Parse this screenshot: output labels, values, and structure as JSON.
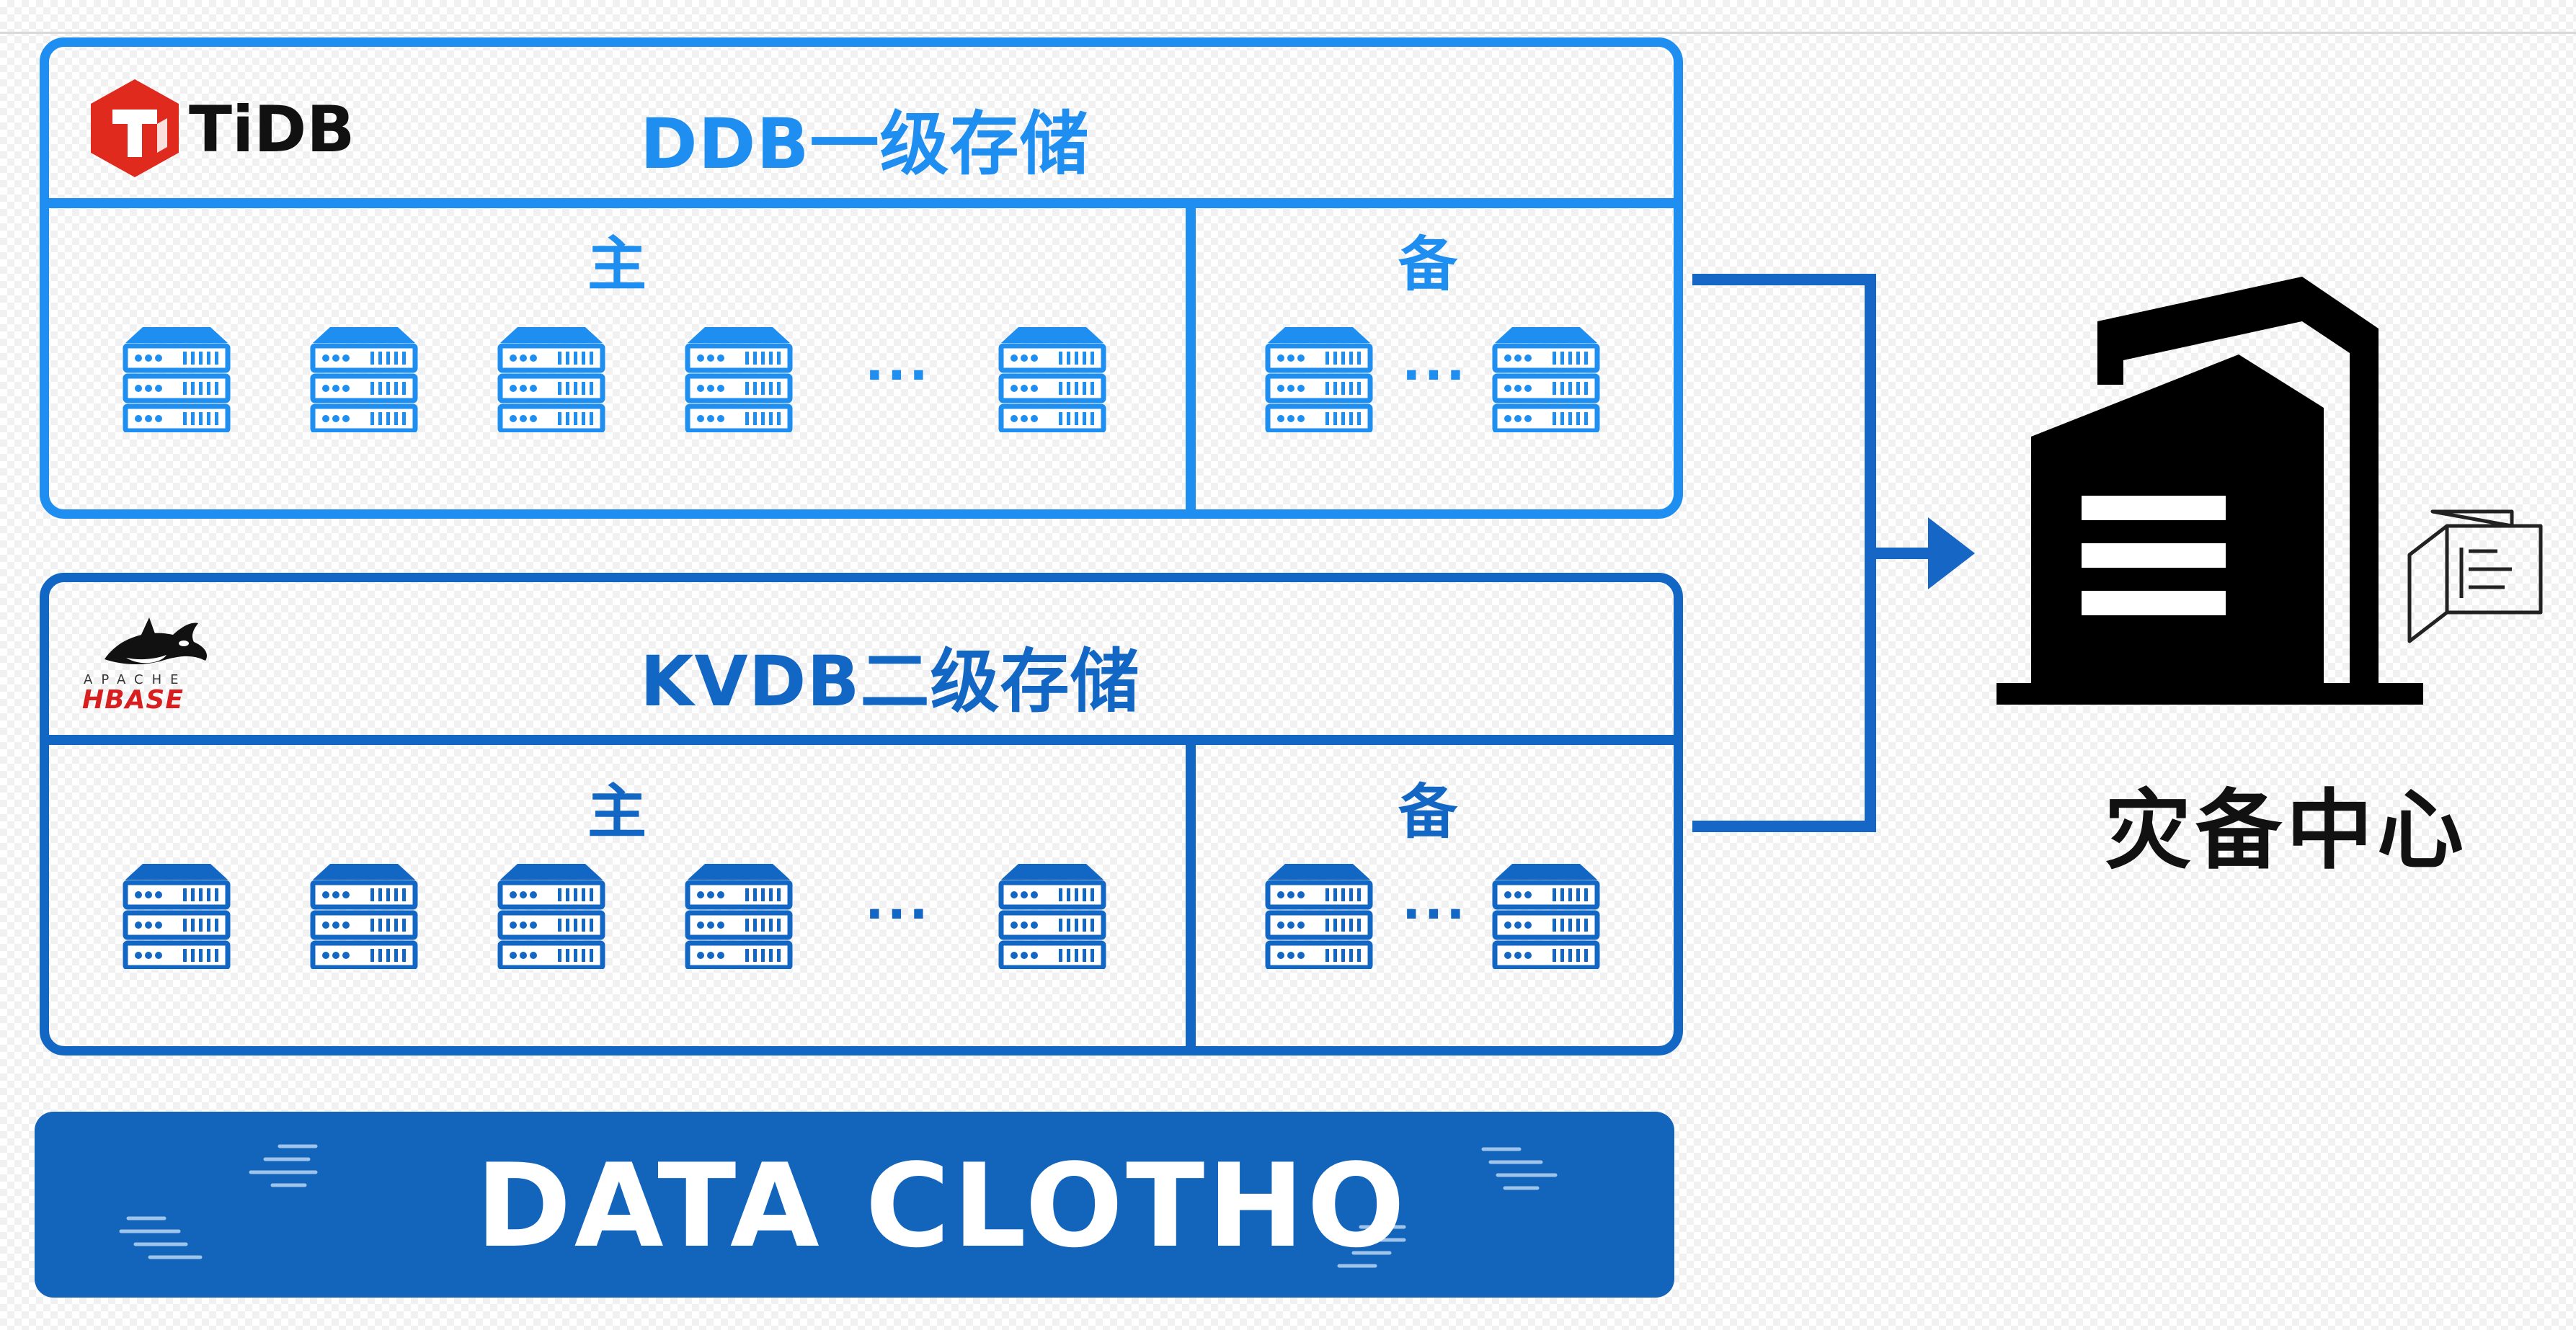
{
  "colors": {
    "ddb": "#1e8ef0",
    "kvdb": "#1367c4",
    "dataclotho": "#1365bc",
    "tidb_red": "#e02a1e",
    "hbase_red": "#d81e1e",
    "building": "#000000"
  },
  "ddb": {
    "logo_text": "TiDB",
    "title": "DDB一级存储",
    "primary_label": "主",
    "backup_label": "备",
    "ellipsis": "···"
  },
  "kvdb": {
    "logo_top": "APACHE",
    "logo_bottom": "HBASE",
    "title": "KVDB二级存储",
    "primary_label": "主",
    "backup_label": "备",
    "ellipsis": "···"
  },
  "dataclotho": {
    "text": "DATA CLOTHO"
  },
  "dr_center": {
    "label": "灾备中心",
    "icon": "building-icon"
  }
}
